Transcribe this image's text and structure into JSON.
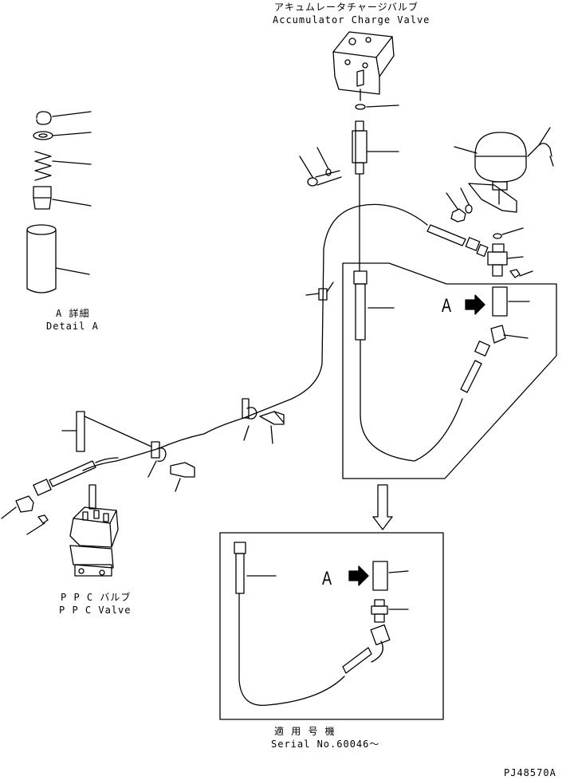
{
  "labels": {
    "accumulator_jp": "アキュムレータチャージバルブ",
    "accumulator_en": "Accumulator Charge Valve",
    "detail_jp": "A 詳細",
    "detail_en": "Detail A",
    "ppc_jp": "P P C バルブ",
    "ppc_en": "P P C Valve",
    "serial_jp": "適 用 号 機",
    "serial_en": "Serial No.60046〜",
    "drawing_code": "PJ48570A",
    "view_marker_main": "A",
    "view_marker_inset": "A"
  },
  "icons": {
    "arrow_main": "right-arrow-icon",
    "arrow_inset": "right-arrow-icon",
    "transition_arrow": "down-outline-arrow-icon"
  },
  "colors": {
    "line": "#000000",
    "background": "#ffffff"
  }
}
